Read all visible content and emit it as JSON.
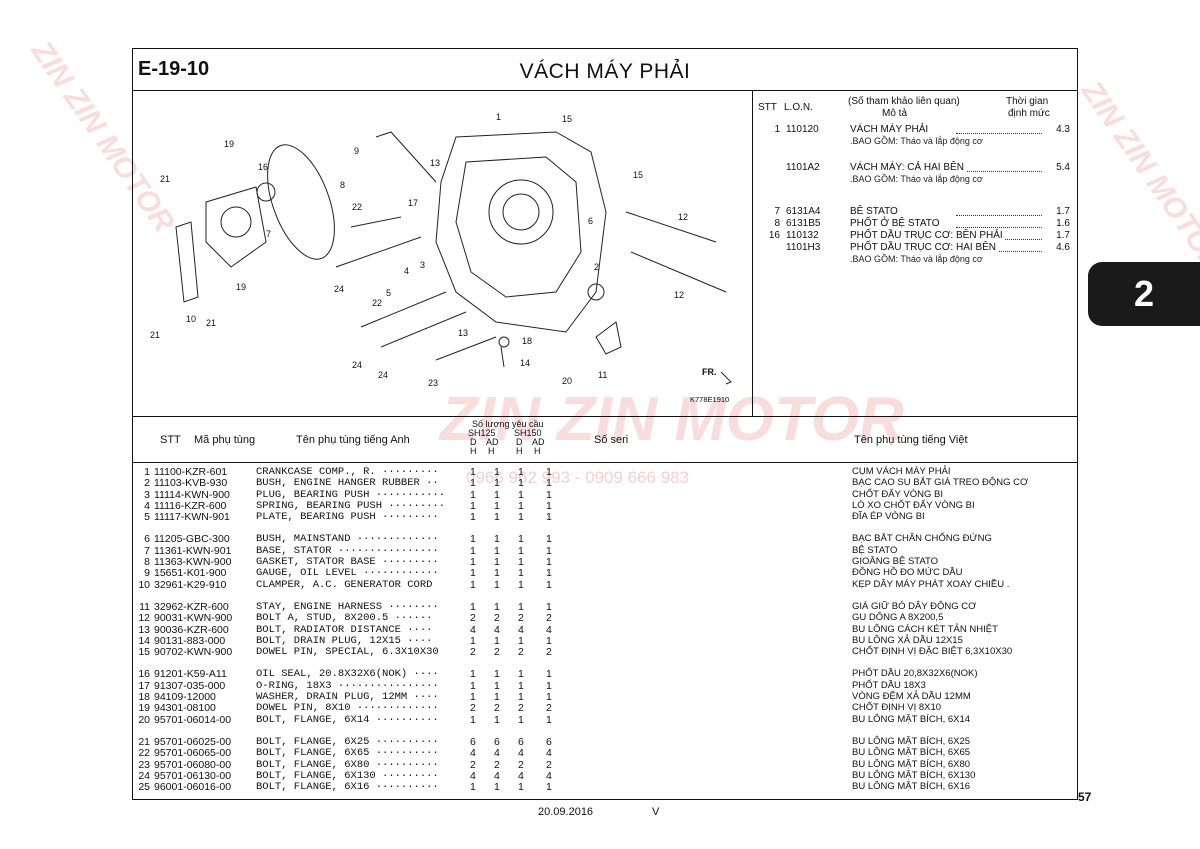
{
  "header": {
    "code": "E-19-10",
    "title": "VÁCH MÁY PHẢI"
  },
  "tab_number": "2",
  "page_number": "57",
  "footer": {
    "date": "20.09.2016",
    "version": "V"
  },
  "diagram": {
    "ref_code": "K778E1910",
    "direction_label": "FR.",
    "callouts": [
      "1",
      "15",
      "19",
      "16",
      "9",
      "8",
      "13",
      "15",
      "21",
      "22",
      "17",
      "6",
      "12",
      "7",
      "3",
      "4",
      "2",
      "24",
      "5",
      "22",
      "19",
      "10",
      "21",
      "13",
      "12",
      "21",
      "18",
      "24",
      "14",
      "24",
      "23",
      "20",
      "11"
    ]
  },
  "lon_table": {
    "headers": {
      "stt": "STT",
      "lon": "L.O.N.",
      "ref": "(Số tham khảo liên quan)",
      "desc": "Mô tả",
      "time1": "Thời gian",
      "time2": "định mức"
    },
    "rows": [
      {
        "stt": "1",
        "code": "110120",
        "desc": "VÁCH MÁY PHẢI",
        "time": "4.3",
        "sub": ".BAO GỒM: Tháo và lắp động cơ"
      },
      {
        "stt": "",
        "code": "1101A2",
        "desc": "VÁCH MÁY: CẢ HAI BÊN",
        "time": "5.4",
        "sub": ".BAO GỒM: Tháo và lắp động cơ"
      },
      {
        "stt": "7",
        "code": "6131A4",
        "desc": "BÊ STATO",
        "time": "1.7",
        "sub": ""
      },
      {
        "stt": "8",
        "code": "6131B5",
        "desc": "PHỐT Ở BỆ STATO",
        "time": "1.6",
        "sub": ""
      },
      {
        "stt": "16",
        "code": "110132",
        "desc": "PHỐT DẦU TRỤC CƠ: BÊN PHẢI",
        "time": "1.7",
        "sub": ""
      },
      {
        "stt": "",
        "code": "1101H3",
        "desc": "PHỐT DẦU TRỤC CƠ: HAI BÊN",
        "time": "4.6",
        "sub": ".BAO GỒM: Tháo và lắp động cơ"
      }
    ]
  },
  "parts_table": {
    "headers": {
      "stt": "STT",
      "part_no": "Mã phụ tùng",
      "name_en": "Tên phụ tùng tiếng Anh",
      "qty_title": "Số lượng yêu cầu",
      "model1": "SH125",
      "model2": "SH150",
      "sub_d": "D",
      "sub_ad": "AD",
      "sub_h": "H",
      "serial": "Số seri",
      "name_vi": "Tên phụ tùng tiếng Việt"
    },
    "groups": [
      [
        {
          "stt": "1",
          "part_no": "11100-KZR-601",
          "name_en": "CRANKCASE COMP., R. ·········",
          "qty": [
            "1",
            "1",
            "1",
            "1"
          ],
          "name_vi": "CỤM VÁCH MÁY PHẢI"
        },
        {
          "stt": "2",
          "part_no": "11103-KVB-930",
          "name_en": "BUSH, ENGINE HANGER RUBBER ··",
          "qty": [
            "1",
            "1",
            "1",
            "1"
          ],
          "name_vi": "BẠC CAO SU BẮT GIÁ TREO ĐỘNG CƠ"
        },
        {
          "stt": "3",
          "part_no": "11114-KWN-900",
          "name_en": "PLUG, BEARING PUSH ···········",
          "qty": [
            "1",
            "1",
            "1",
            "1"
          ],
          "name_vi": "CHỐT ĐẨY VÒNG BI"
        },
        {
          "stt": "4",
          "part_no": "11116-KZR-600",
          "name_en": "SPRING, BEARING PUSH ·········",
          "qty": [
            "1",
            "1",
            "1",
            "1"
          ],
          "name_vi": "LÒ XO CHỐT ĐẨY VÒNG BI"
        },
        {
          "stt": "5",
          "part_no": "11117-KWN-901",
          "name_en": "PLATE, BEARING PUSH ·········",
          "qty": [
            "1",
            "1",
            "1",
            "1"
          ],
          "name_vi": "ĐĨA ÉP VÒNG BI"
        }
      ],
      [
        {
          "stt": "6",
          "part_no": "11205-GBC-300",
          "name_en": "BUSH, MAINSTAND ·············",
          "qty": [
            "1",
            "1",
            "1",
            "1"
          ],
          "name_vi": "BẠC BẮT CHÂN CHỐNG ĐỨNG"
        },
        {
          "stt": "7",
          "part_no": "11361-KWN-901",
          "name_en": "BASE, STATOR ················",
          "qty": [
            "1",
            "1",
            "1",
            "1"
          ],
          "name_vi": "BỆ STATO"
        },
        {
          "stt": "8",
          "part_no": "11363-KWN-900",
          "name_en": "GASKET, STATOR BASE ·········",
          "qty": [
            "1",
            "1",
            "1",
            "1"
          ],
          "name_vi": "GIOĂNG BỆ STATO"
        },
        {
          "stt": "9",
          "part_no": "15651-K01-900",
          "name_en": "GAUGE, OIL LEVEL ············",
          "qty": [
            "1",
            "1",
            "1",
            "1"
          ],
          "name_vi": "ĐỒNG HỒ ĐO MỨC DẦU"
        },
        {
          "stt": "10",
          "part_no": "32961-K29-910",
          "name_en": "CLAMPER, A.C. GENERATOR CORD",
          "qty": [
            "1",
            "1",
            "1",
            "1"
          ],
          "name_vi": "KẸP DÂY MÁY PHÁT XOAY CHIỀU ."
        }
      ],
      [
        {
          "stt": "11",
          "part_no": "32962-KZR-600",
          "name_en": "STAY, ENGINE HARNESS ········",
          "qty": [
            "1",
            "1",
            "1",
            "1"
          ],
          "name_vi": "GIÁ GIỮ BÓ DÂY ĐỘNG CƠ"
        },
        {
          "stt": "12",
          "part_no": "90031-KWN-900",
          "name_en": "BOLT A, STUD, 8X200.5 ······",
          "qty": [
            "2",
            "2",
            "2",
            "2"
          ],
          "name_vi": "GU DÔNG A 8X200,5"
        },
        {
          "stt": "13",
          "part_no": "90036-KZR-600",
          "name_en": "BOLT, RADIATOR DISTANCE ····",
          "qty": [
            "4",
            "4",
            "4",
            "4"
          ],
          "name_vi": "BU LÔNG CÁCH KÉT TẢN NHIỆT"
        },
        {
          "stt": "14",
          "part_no": "90131-883-000",
          "name_en": "BOLT, DRAIN PLUG, 12X15 ····",
          "qty": [
            "1",
            "1",
            "1",
            "1"
          ],
          "name_vi": "BU LÔNG XẢ DẦU 12X15"
        },
        {
          "stt": "15",
          "part_no": "90702-KWN-900",
          "name_en": "DOWEL PIN, SPECIAL, 6.3X10X30",
          "qty": [
            "2",
            "2",
            "2",
            "2"
          ],
          "name_vi": "CHỐT ĐỊNH VỊ ĐẶC BIỆT 6,3X10X30"
        }
      ],
      [
        {
          "stt": "16",
          "part_no": "91201-K59-A11",
          "name_en": "OIL SEAL, 20.8X32X6(NOK) ····",
          "qty": [
            "1",
            "1",
            "1",
            "1"
          ],
          "name_vi": "PHỐT DẦU 20,8X32X6(NOK)"
        },
        {
          "stt": "17",
          "part_no": "91307-035-000",
          "name_en": "O-RING, 18X3 ················",
          "qty": [
            "1",
            "1",
            "1",
            "1"
          ],
          "name_vi": "PHỐT DẦU 18X3"
        },
        {
          "stt": "18",
          "part_no": "94109-12000",
          "name_en": "WASHER, DRAIN PLUG, 12MM ····",
          "qty": [
            "1",
            "1",
            "1",
            "1"
          ],
          "name_vi": "VÒNG ĐỆM XẢ DẦU 12MM"
        },
        {
          "stt": "19",
          "part_no": "94301-08100",
          "name_en": "DOWEL PIN, 8X10 ·············",
          "qty": [
            "2",
            "2",
            "2",
            "2"
          ],
          "name_vi": "CHỐT ĐỊNH VỊ 8X10"
        },
        {
          "stt": "20",
          "part_no": "95701-06014-00",
          "name_en": "BOLT, FLANGE, 6X14 ··········",
          "qty": [
            "1",
            "1",
            "1",
            "1"
          ],
          "name_vi": "BU LÔNG MẶT BÍCH, 6X14"
        }
      ],
      [
        {
          "stt": "21",
          "part_no": "95701-06025-00",
          "name_en": "BOLT, FLANGE, 6X25 ··········",
          "qty": [
            "6",
            "6",
            "6",
            "6"
          ],
          "name_vi": "BU LÔNG MẶT BÍCH, 6X25"
        },
        {
          "stt": "22",
          "part_no": "95701-06065-00",
          "name_en": "BOLT, FLANGE, 6X65 ··········",
          "qty": [
            "4",
            "4",
            "4",
            "4"
          ],
          "name_vi": "BU LÔNG MẶT BÍCH, 6X65"
        },
        {
          "stt": "23",
          "part_no": "95701-06080-00",
          "name_en": "BOLT, FLANGE, 6X80 ··········",
          "qty": [
            "2",
            "2",
            "2",
            "2"
          ],
          "name_vi": "BU LÔNG MẶT BÍCH, 6X80"
        },
        {
          "stt": "24",
          "part_no": "95701-06130-00",
          "name_en": "BOLT, FLANGE, 6X130 ·········",
          "qty": [
            "4",
            "4",
            "4",
            "4"
          ],
          "name_vi": "BU LÔNG MẶT BÍCH, 6X130"
        },
        {
          "stt": "25",
          "part_no": "96001-06016-00",
          "name_en": "BOLT, FLANGE, 6X16 ··········",
          "qty": [
            "1",
            "1",
            "1",
            "1"
          ],
          "name_vi": "BU LÔNG MẶT BÍCH, 6X16"
        }
      ]
    ]
  },
  "watermark": {
    "brand": "ZIN ZIN MOTOR",
    "phone": "0966 962 993 - 0909 666 983"
  }
}
